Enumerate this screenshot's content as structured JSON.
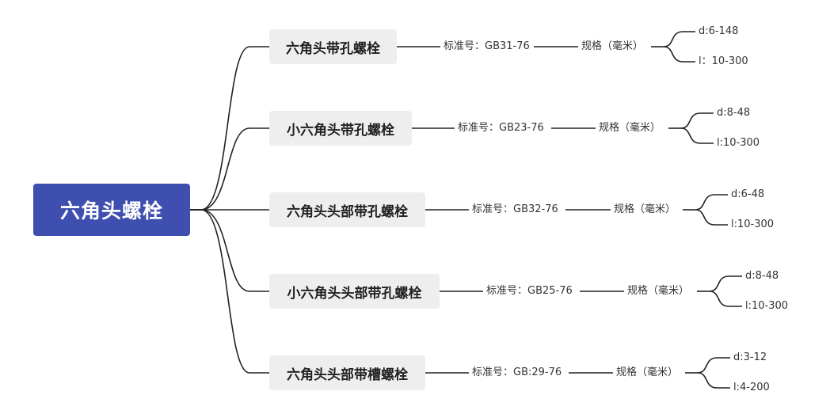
{
  "root": {
    "label": "六角头螺栓",
    "color": "#3f4fb0"
  },
  "line_color": "#222222",
  "branches": [
    {
      "name": "六角头带孔螺栓",
      "standard": "标准号：GB31-76",
      "spec": "规格（毫米）",
      "d": "d:6-148",
      "l": "l：10-300"
    },
    {
      "name": "小六角头带孔螺栓",
      "standard": "标准号：GB23-76",
      "spec": "规格（毫米）",
      "d": "d:8-48",
      "l": "l:10-300"
    },
    {
      "name": "六角头头部带孔螺栓",
      "standard": "标准号：GB32-76",
      "spec": "规格（毫米）",
      "d": "d:6-48",
      "l": "l:10-300"
    },
    {
      "name": "小六角头头部带孔螺栓",
      "standard": "标准号：GB25-76",
      "spec": "规格（毫米）",
      "d": "d:8-48",
      "l": "l:10-300"
    },
    {
      "name": "六角头头部带槽螺栓",
      "standard": "标准号：GB:29-76",
      "spec": "规格（毫米）",
      "d": "d:3-12",
      "l": "l:4-200"
    }
  ]
}
